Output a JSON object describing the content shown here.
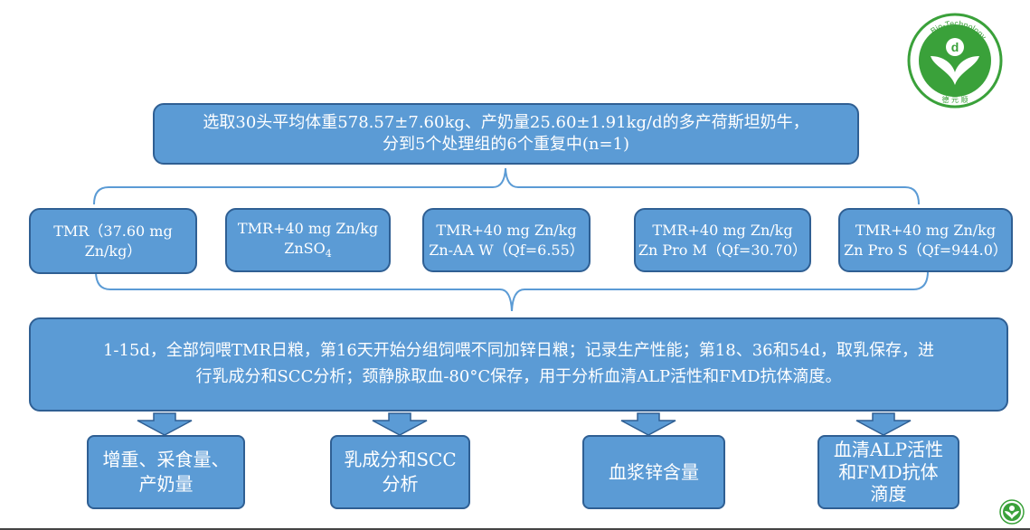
{
  "top_box": {
    "line1": "选取30头平均体重578.57±7.60kg、产奶量25.60±1.91kg/d的多产荷斯坦奶牛，",
    "line2": "分到5个处理组的6个重复中(n=1)"
  },
  "groups": [
    {
      "line1": "TMR（37.60 mg",
      "line2": "Zn/kg）"
    },
    {
      "line1": "TMR+40 mg Zn/kg",
      "line2_main": "ZnSO",
      "line2_sub": "4"
    },
    {
      "line1": "TMR+40 mg Zn/kg",
      "line2": "Zn-AA W（Qf=6.55）"
    },
    {
      "line1": "TMR+40 mg Zn/kg",
      "line2": "Zn Pro M（Qf=30.70）"
    },
    {
      "line1": "TMR+40 mg Zn/kg",
      "line2": "Zn Pro S（Qf=944.0）"
    }
  ],
  "procedure": {
    "line1": "1-15d，全部饲喂TMR日粮，第16天开始分组饲喂不同加锌日粮；记录生产性能；第18、36和54d，取乳保存，进",
    "line2": "行乳成分和SCC分析；颈静脉取血-80°C保存，用于分析血清ALP活性和FMD抗体滴度。"
  },
  "outcomes": [
    {
      "lines": [
        "增重、采食量、",
        "产奶量"
      ]
    },
    {
      "lines": [
        "乳成分和SCC",
        "分析"
      ]
    },
    {
      "lines": [
        "血浆锌含量"
      ]
    },
    {
      "lines": [
        "血清ALP活性",
        "和FMD抗体",
        "滴度"
      ]
    }
  ],
  "logo": {
    "ring_text": "Bio-Technology",
    "letter": "d",
    "chinese": "德 元 顺"
  },
  "colors": {
    "box_fill": "#5b9bd5",
    "box_border": "#2f5f93",
    "bracket": "#5b9bd5",
    "logo_green": "#3aa13a"
  }
}
